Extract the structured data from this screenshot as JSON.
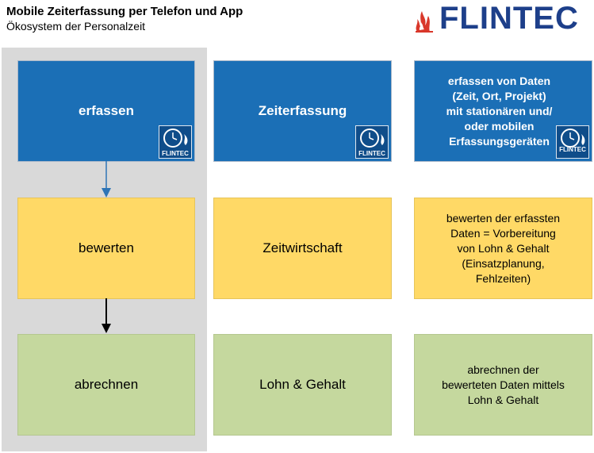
{
  "header": {
    "title": "Mobile Zeiterfassung per Telefon und App",
    "subtitle": "Ökosystem der Personalzeit",
    "logo_text": "FLINTEC"
  },
  "column1": {
    "step1": "erfassen",
    "step2": "bewerten",
    "step3": "abrechnen"
  },
  "column2": {
    "step1": "Zeiterfassung",
    "step2": "Zeitwirtschaft",
    "step3": "Lohn & Gehalt"
  },
  "column3": {
    "step1_lines": [
      "erfassen von Daten",
      "(Zeit, Ort, Projekt)",
      "mit stationären und/",
      "oder mobilen",
      "Erfassungsgeräten"
    ],
    "step2_lines": [
      "bewerten der erfassten",
      "Daten = Vorbereitung",
      "von Lohn & Gehalt",
      "(Einsatzplanung,",
      "Fehlzeiten)"
    ],
    "step3_lines": [
      "abrechnen der",
      "bewerteten Daten mittels",
      "Lohn & Gehalt"
    ]
  },
  "badge": {
    "label": "FLINTEC",
    "icon": "clock-flame-icon"
  },
  "colors": {
    "blue": "#1b6fb6",
    "yellow": "#ffd966",
    "green": "#c5d89e",
    "column_bg": "#d9d9d9",
    "logo_blue": "#1d3f8a",
    "logo_red": "#d9372a",
    "arrow_blue": "#2e75b6"
  }
}
